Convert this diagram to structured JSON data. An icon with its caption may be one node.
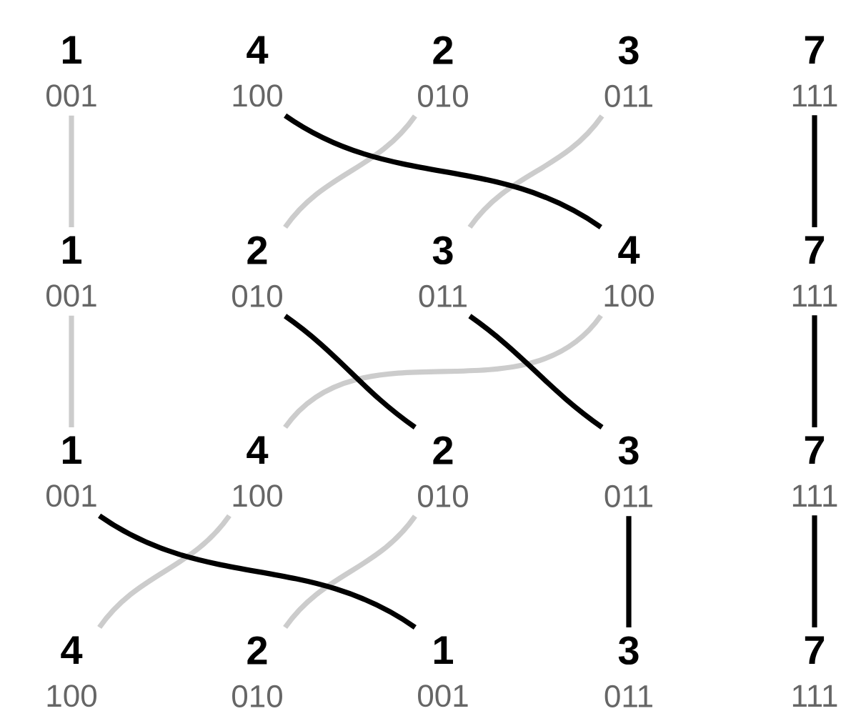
{
  "diagram": {
    "nodes": [
      {
        "text": [
          "1",
          "001"
        ]
      },
      {
        "text": [
          "4",
          "100"
        ]
      },
      {
        "text": [
          "2",
          "010"
        ]
      },
      {
        "text": [
          "3",
          "011"
        ]
      },
      {
        "text": [
          "7",
          "111"
        ]
      },
      {
        "text": [
          "1",
          "001"
        ]
      },
      {
        "text": [
          "2",
          "010"
        ]
      },
      {
        "text": [
          "3",
          "011"
        ]
      },
      {
        "text": [
          "4",
          "100"
        ]
      },
      {
        "text": [
          "7",
          "111"
        ]
      },
      {
        "text": [
          "1",
          "001"
        ]
      },
      {
        "text": [
          "4",
          "100"
        ]
      },
      {
        "text": [
          "2",
          "010"
        ]
      },
      {
        "text": [
          "3",
          "011"
        ]
      },
      {
        "text": [
          "7",
          "111"
        ]
      },
      {
        "text": [
          "4",
          "100"
        ]
      },
      {
        "text": [
          "2",
          "010"
        ]
      },
      {
        "text": [
          "1",
          "001"
        ]
      },
      {
        "text": [
          "3",
          "011"
        ]
      },
      {
        "text": [
          "7",
          "111"
        ]
      }
    ],
    "edges": [
      {
        "from": 0,
        "to": 5,
        "arrow": "none",
        "color": "#cccccc"
      },
      {
        "from": 1,
        "to": 8,
        "arrow": "none"
      },
      {
        "from": 2,
        "to": 6,
        "arrow": "none",
        "color": "#cccccc"
      },
      {
        "from": 3,
        "to": 7,
        "arrow": "none",
        "color": "#cccccc"
      },
      {
        "from": 4,
        "to": 9,
        "arrow": "none"
      },
      {
        "from": 5,
        "to": 10,
        "arrow": "none",
        "color": "#cccccc"
      },
      {
        "from": 6,
        "to": 12,
        "arrow": "none"
      },
      {
        "from": 7,
        "to": 13,
        "arrow": "none"
      },
      {
        "from": 8,
        "to": 11,
        "arrow": "none",
        "color": "#cccccc"
      },
      {
        "from": 9,
        "to": 14,
        "arrow": "none"
      },
      {
        "from": 10,
        "to": 17,
        "arrow": "none"
      },
      {
        "from": 11,
        "to": 15,
        "arrow": "none",
        "color": "#cccccc"
      },
      {
        "from": 12,
        "to": 16,
        "arrow": "none",
        "color": "#cccccc"
      },
      {
        "from": 13,
        "to": 18,
        "arrow": "none"
      },
      {
        "from": 14,
        "to": 19,
        "arrow": "none"
      }
    ]
  }
}
